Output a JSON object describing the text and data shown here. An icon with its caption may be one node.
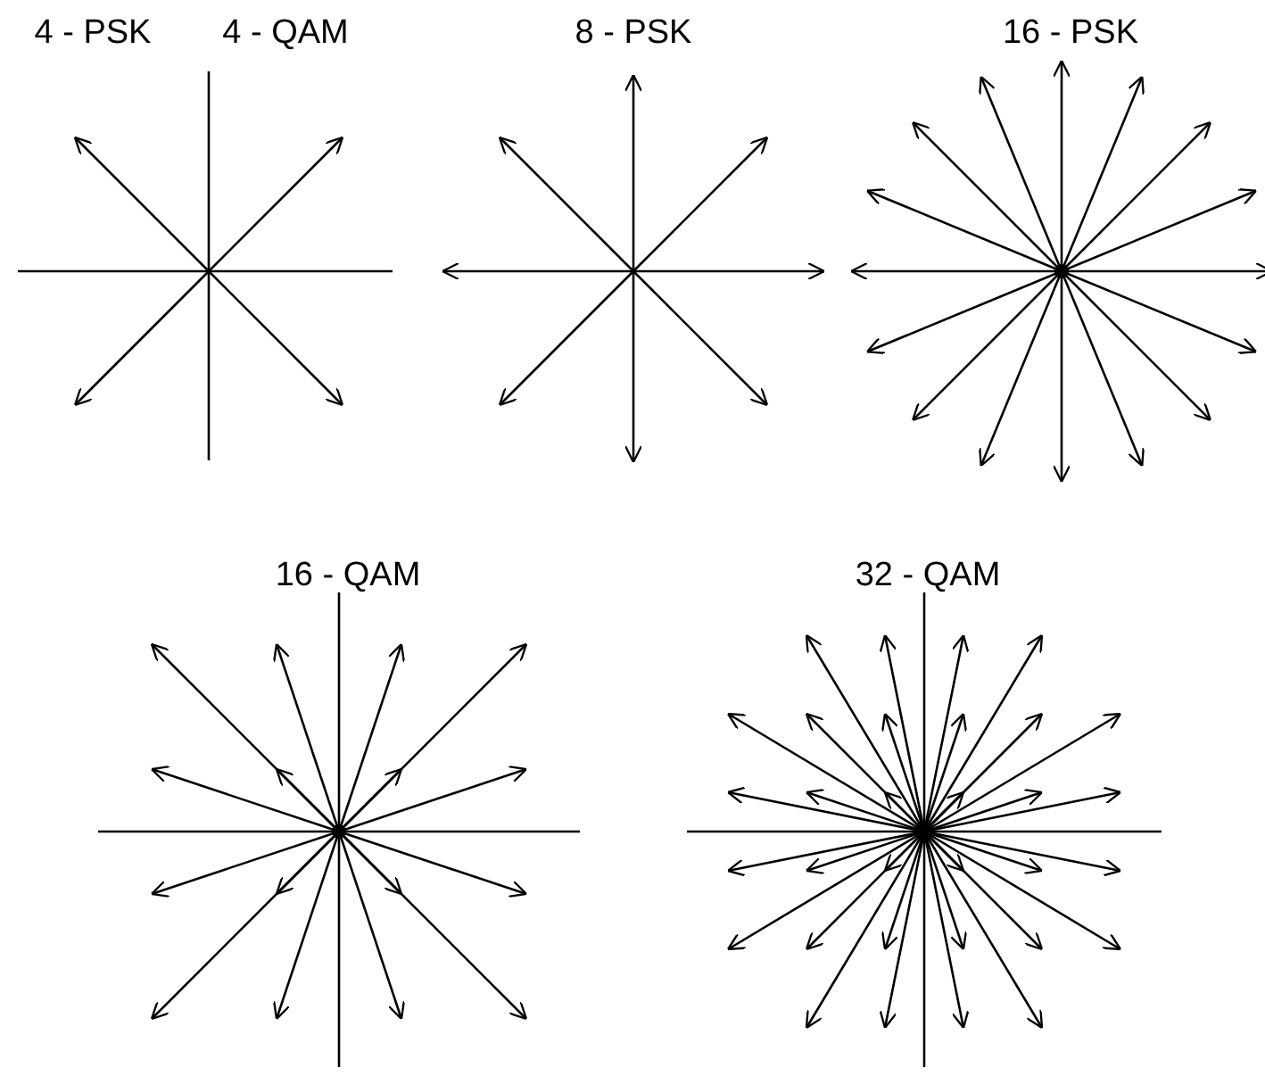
{
  "diagram": {
    "labels": [
      "4 - PSK",
      "4 - QAM",
      "8 - PSK",
      "16 - PSK",
      "16 - QAM",
      "32 - QAM"
    ]
  }
}
